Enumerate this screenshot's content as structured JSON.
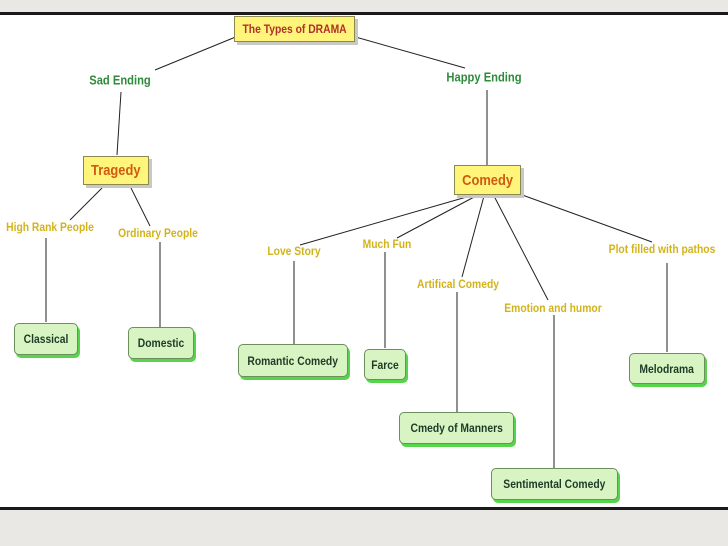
{
  "title": "The Types of DRAMA",
  "branches": {
    "sad": {
      "label": "Sad Ending",
      "category": "Tragedy"
    },
    "happy": {
      "label": "Happy Ending",
      "category": "Comedy"
    }
  },
  "tragedy_types": [
    {
      "label": "High Rank People",
      "type": "Classical"
    },
    {
      "label": "Ordinary People",
      "type": "Domestic"
    }
  ],
  "comedy_types": [
    {
      "label": "Love Story",
      "type": "Romantic Comedy"
    },
    {
      "label": "Much Fun",
      "type": "Farce"
    },
    {
      "label": "Artifical Comedy",
      "type": "Cmedy of Manners"
    },
    {
      "label": "Emotion and humor",
      "type": "Sentimental Comedy"
    },
    {
      "label": "Plot filled with pathos",
      "type": "Melodrama"
    }
  ],
  "colors": {
    "branch_label": "#2e8b3c",
    "sub_label": "#d3b31a",
    "category_text": "#d05a14",
    "title_text": "#b0302a",
    "box_yellow": "#fff57a",
    "box_green": "#d8f4c2",
    "box_shadow_green": "#56d44a"
  }
}
